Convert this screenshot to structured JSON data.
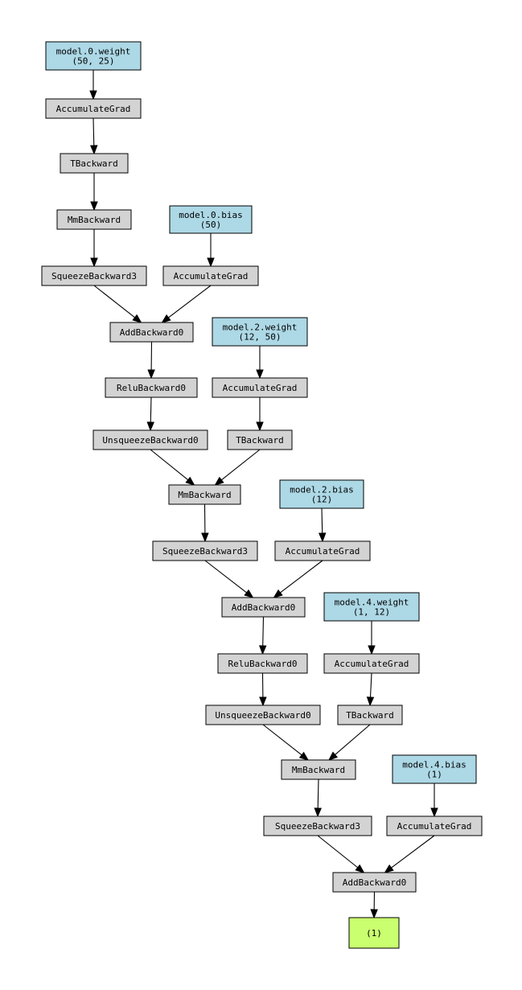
{
  "colors": {
    "parameter": "#add8e6",
    "operation": "#d3d3d3",
    "output": "#caff70",
    "edge": "#000000"
  },
  "nodes": [
    {
      "id": "p0w",
      "kind": "parameter",
      "lines": [
        "model.0.weight",
        "(50, 25)"
      ]
    },
    {
      "id": "ag1",
      "kind": "operation",
      "lines": [
        "AccumulateGrad"
      ]
    },
    {
      "id": "tb1",
      "kind": "operation",
      "lines": [
        "TBackward"
      ]
    },
    {
      "id": "mm1",
      "kind": "operation",
      "lines": [
        "MmBackward"
      ]
    },
    {
      "id": "p0b",
      "kind": "parameter",
      "lines": [
        "model.0.bias",
        "(50)"
      ]
    },
    {
      "id": "sq1",
      "kind": "operation",
      "lines": [
        "SqueezeBackward3"
      ]
    },
    {
      "id": "ag2",
      "kind": "operation",
      "lines": [
        "AccumulateGrad"
      ]
    },
    {
      "id": "add1",
      "kind": "operation",
      "lines": [
        "AddBackward0"
      ]
    },
    {
      "id": "p2w",
      "kind": "parameter",
      "lines": [
        "model.2.weight",
        "(12, 50)"
      ]
    },
    {
      "id": "relu1",
      "kind": "operation",
      "lines": [
        "ReluBackward0"
      ]
    },
    {
      "id": "ag3",
      "kind": "operation",
      "lines": [
        "AccumulateGrad"
      ]
    },
    {
      "id": "unsq1",
      "kind": "operation",
      "lines": [
        "UnsqueezeBackward0"
      ]
    },
    {
      "id": "tb2",
      "kind": "operation",
      "lines": [
        "TBackward"
      ]
    },
    {
      "id": "mm2",
      "kind": "operation",
      "lines": [
        "MmBackward"
      ]
    },
    {
      "id": "p2b",
      "kind": "parameter",
      "lines": [
        "model.2.bias",
        "(12)"
      ]
    },
    {
      "id": "sq2",
      "kind": "operation",
      "lines": [
        "SqueezeBackward3"
      ]
    },
    {
      "id": "ag4",
      "kind": "operation",
      "lines": [
        "AccumulateGrad"
      ]
    },
    {
      "id": "add2",
      "kind": "operation",
      "lines": [
        "AddBackward0"
      ]
    },
    {
      "id": "p4w",
      "kind": "parameter",
      "lines": [
        "model.4.weight",
        "(1, 12)"
      ]
    },
    {
      "id": "relu2",
      "kind": "operation",
      "lines": [
        "ReluBackward0"
      ]
    },
    {
      "id": "ag5",
      "kind": "operation",
      "lines": [
        "AccumulateGrad"
      ]
    },
    {
      "id": "unsq2",
      "kind": "operation",
      "lines": [
        "UnsqueezeBackward0"
      ]
    },
    {
      "id": "tb3",
      "kind": "operation",
      "lines": [
        "TBackward"
      ]
    },
    {
      "id": "mm3",
      "kind": "operation",
      "lines": [
        "MmBackward"
      ]
    },
    {
      "id": "p4b",
      "kind": "parameter",
      "lines": [
        "model.4.bias",
        "(1)"
      ]
    },
    {
      "id": "sq3",
      "kind": "operation",
      "lines": [
        "SqueezeBackward3"
      ]
    },
    {
      "id": "ag6",
      "kind": "operation",
      "lines": [
        "AccumulateGrad"
      ]
    },
    {
      "id": "add3",
      "kind": "operation",
      "lines": [
        "AddBackward0"
      ]
    },
    {
      "id": "out",
      "kind": "output",
      "lines": [
        "(1)"
      ]
    }
  ],
  "edges": [
    [
      "p0w",
      "ag1"
    ],
    [
      "ag1",
      "tb1"
    ],
    [
      "tb1",
      "mm1"
    ],
    [
      "mm1",
      "sq1"
    ],
    [
      "p0b",
      "ag2"
    ],
    [
      "sq1",
      "add1"
    ],
    [
      "ag2",
      "add1"
    ],
    [
      "add1",
      "relu1"
    ],
    [
      "relu1",
      "unsq1"
    ],
    [
      "p2w",
      "ag3"
    ],
    [
      "ag3",
      "tb2"
    ],
    [
      "unsq1",
      "mm2"
    ],
    [
      "tb2",
      "mm2"
    ],
    [
      "mm2",
      "sq2"
    ],
    [
      "p2b",
      "ag4"
    ],
    [
      "sq2",
      "add2"
    ],
    [
      "ag4",
      "add2"
    ],
    [
      "add2",
      "relu2"
    ],
    [
      "relu2",
      "unsq2"
    ],
    [
      "p4w",
      "ag5"
    ],
    [
      "ag5",
      "tb3"
    ],
    [
      "unsq2",
      "mm3"
    ],
    [
      "tb3",
      "mm3"
    ],
    [
      "mm3",
      "sq3"
    ],
    [
      "p4b",
      "ag6"
    ],
    [
      "sq3",
      "add3"
    ],
    [
      "ag6",
      "add3"
    ],
    [
      "add3",
      "out"
    ]
  ]
}
